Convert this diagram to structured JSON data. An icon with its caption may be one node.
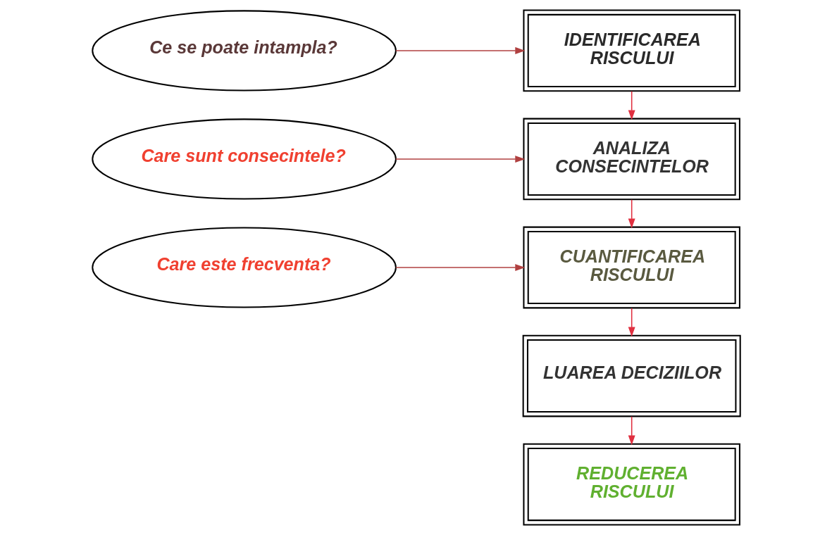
{
  "diagram": {
    "nodes": [
      {
        "text": [
          "Ce se poate intampla?"
        ]
      },
      {
        "text": [
          "IDENTIFICAREA RISCULUI"
        ]
      },
      {
        "text": [
          "Care sunt consecintele?"
        ]
      },
      {
        "text": [
          "ANALIZA CONSECINTELOR"
        ]
      },
      {
        "text": [
          "Care este frecventa?"
        ]
      },
      {
        "text": [
          "CUANTIFICAREA RISCULUI"
        ]
      },
      {
        "text": [
          "LUAREA DECIZIILOR"
        ]
      },
      {
        "text": [
          "REDUCEREA RISCULUI"
        ]
      }
    ],
    "edges": [
      {
        "from": 0,
        "to": 1,
        "arrow": "to",
        "color": "#b04040"
      },
      {
        "from": 1,
        "to": 3,
        "arrow": "to"
      },
      {
        "from": 2,
        "to": 3,
        "arrow": "to",
        "color": "#b04040"
      },
      {
        "from": 3,
        "to": 5,
        "arrow": "to"
      },
      {
        "from": 4,
        "to": 5,
        "arrow": "to",
        "color": "#b04040"
      },
      {
        "from": 5,
        "to": 6,
        "arrow": "to"
      },
      {
        "from": 6,
        "to": 7,
        "arrow": "to"
      }
    ]
  }
}
